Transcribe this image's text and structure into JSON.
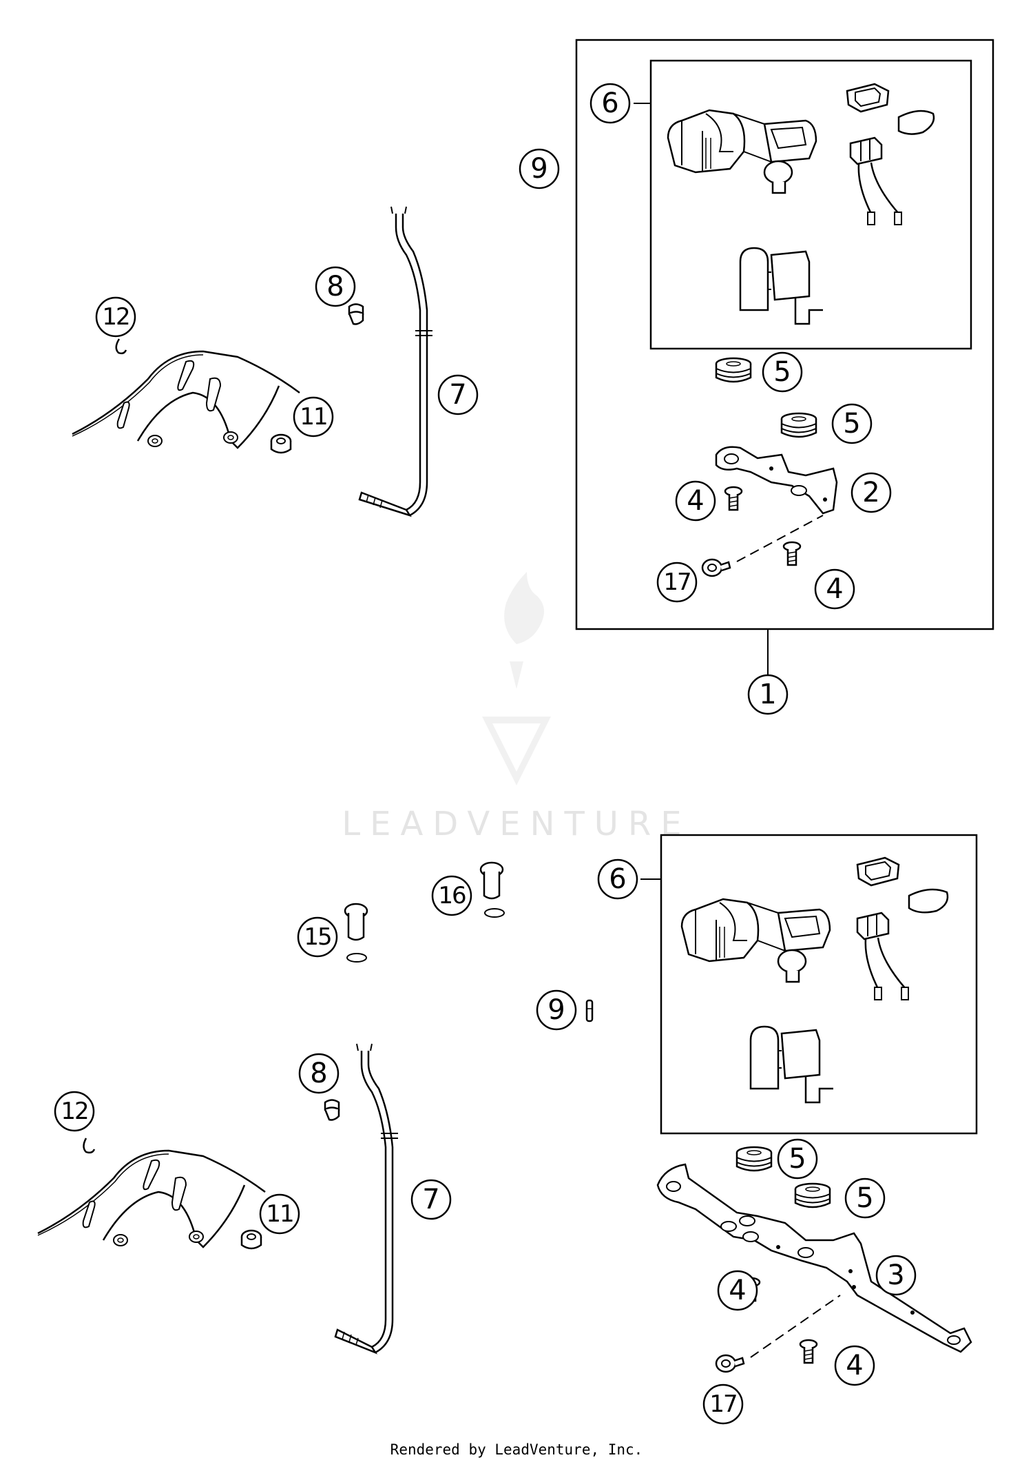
{
  "watermark": {
    "brand_text": "LEADVENTURE"
  },
  "footer": {
    "text": "Rendered by LeadVenture, Inc."
  },
  "callouts": [
    {
      "id": "6",
      "label": "6"
    },
    {
      "id": "9",
      "label": "9"
    },
    {
      "id": "8",
      "label": "8"
    },
    {
      "id": "12",
      "label": "12"
    },
    {
      "id": "7",
      "label": "7"
    },
    {
      "id": "11",
      "label": "11"
    },
    {
      "id": "5",
      "label": "5"
    },
    {
      "id": "5",
      "label": "5"
    },
    {
      "id": "4",
      "label": "4"
    },
    {
      "id": "2",
      "label": "2"
    },
    {
      "id": "17",
      "label": "17"
    },
    {
      "id": "4",
      "label": "4"
    },
    {
      "id": "1",
      "label": "1"
    },
    {
      "id": "6",
      "label": "6"
    },
    {
      "id": "16",
      "label": "16"
    },
    {
      "id": "15",
      "label": "15"
    },
    {
      "id": "9",
      "label": "9"
    },
    {
      "id": "8",
      "label": "8"
    },
    {
      "id": "12",
      "label": "12"
    },
    {
      "id": "7",
      "label": "7"
    },
    {
      "id": "11",
      "label": "11"
    },
    {
      "id": "5",
      "label": "5"
    },
    {
      "id": "5",
      "label": "5"
    },
    {
      "id": "4",
      "label": "4"
    },
    {
      "id": "3",
      "label": "3"
    },
    {
      "id": "4",
      "label": "4"
    },
    {
      "id": "17",
      "label": "17"
    }
  ]
}
